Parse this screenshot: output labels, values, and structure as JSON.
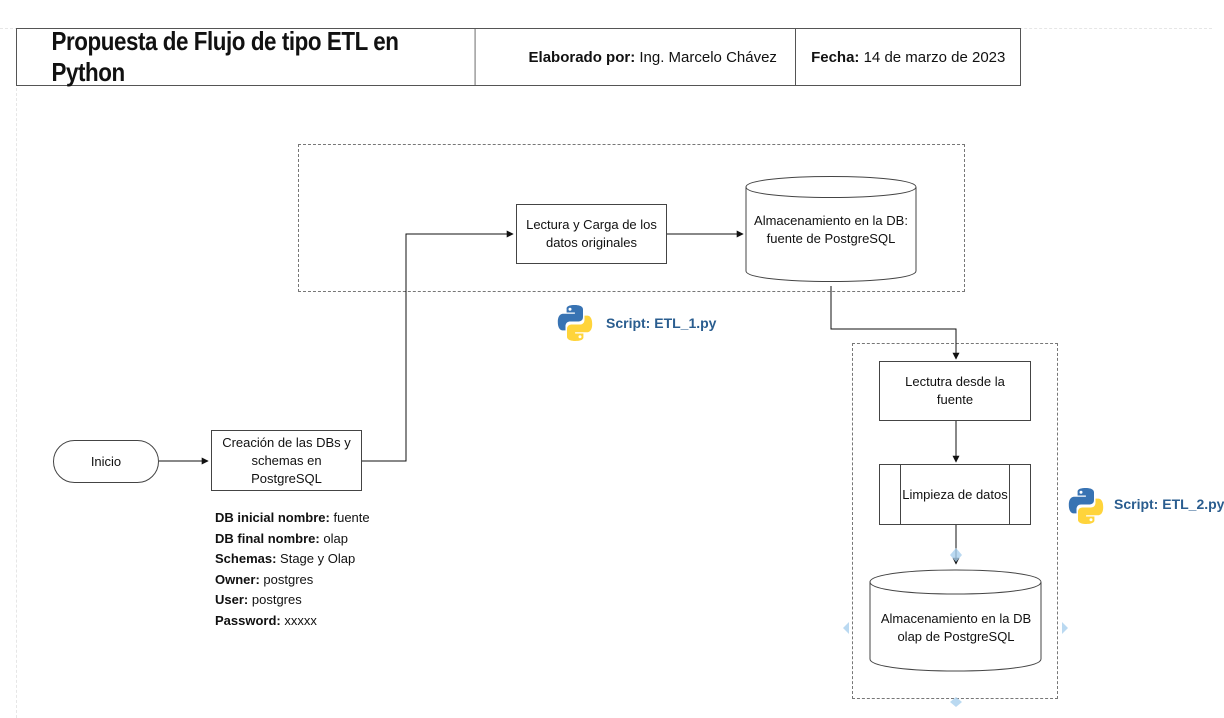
{
  "header": {
    "title": "Propuesta de Flujo de tipo ETL en Python",
    "author_label": "Elaborado por:",
    "author_value": "Ing. Marcelo Chávez",
    "date_label": "Fecha:",
    "date_value": "14 de marzo de 2023"
  },
  "nodes": {
    "start": "Inicio",
    "create_dbs": "Creación de las DBs y schemas en PostgreSQL",
    "read_load": "Lectura y Carga de los datos originales",
    "store_source": "Almacenamiento en la DB: fuente de PostgreSQL",
    "read_source": "Lectutra desde la fuente",
    "cleaning": "Limpieza de datos",
    "store_olap": "Almacenamiento en la DB olap de PostgreSQL"
  },
  "scripts": {
    "etl1": "Script: ETL_1.py",
    "etl2": "Script: ETL_2.py"
  },
  "notes": [
    {
      "label": "DB inicial nombre:",
      "value": "fuente"
    },
    {
      "label": "DB final nombre:",
      "value": "olap"
    },
    {
      "label": "Schemas:",
      "value": "Stage y Olap"
    },
    {
      "label": "Owner:",
      "value": "postgres"
    },
    {
      "label": "User:",
      "value": "postgres"
    },
    {
      "label": "Password:",
      "value": "xxxxx"
    }
  ],
  "icons": {
    "python_logo": "python-logo-icon",
    "selection_handle": "diamond-handle-icon"
  },
  "colors": {
    "script_text": "#2a5d8f",
    "python_blue": "#3873b3",
    "python_yellow": "#ffd43b",
    "handle": "#a9cfee"
  }
}
